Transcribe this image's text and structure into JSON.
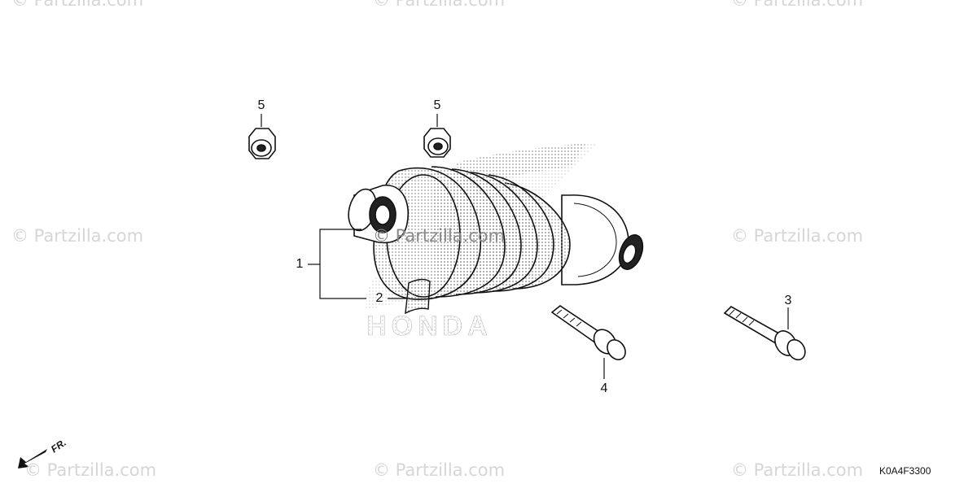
{
  "watermarks": {
    "top_left": "© Partzilla.com",
    "top_center": "© Partzilla.com",
    "top_right": "© Partzilla.com",
    "mid_left": "© Partzilla.com",
    "mid_center": "© Partzilla.com",
    "mid_right": "© Partzilla.com",
    "bottom_left": "© Partzilla.com",
    "bottom_center": "© Partzilla.com",
    "bottom_right": "© Partzilla.com"
  },
  "logo_text": "HONDA",
  "callouts": {
    "nut_left": "5",
    "nut_right": "5",
    "shock_assembly": "1",
    "label_sticker": "2",
    "bolt_right": "3",
    "bolt_center": "4"
  },
  "direction_label": "FR.",
  "diagram_code": "K0A4F3300",
  "colors": {
    "line": "#111111",
    "watermark": "#d6d6d6",
    "dots": "#b8b8b8"
  }
}
